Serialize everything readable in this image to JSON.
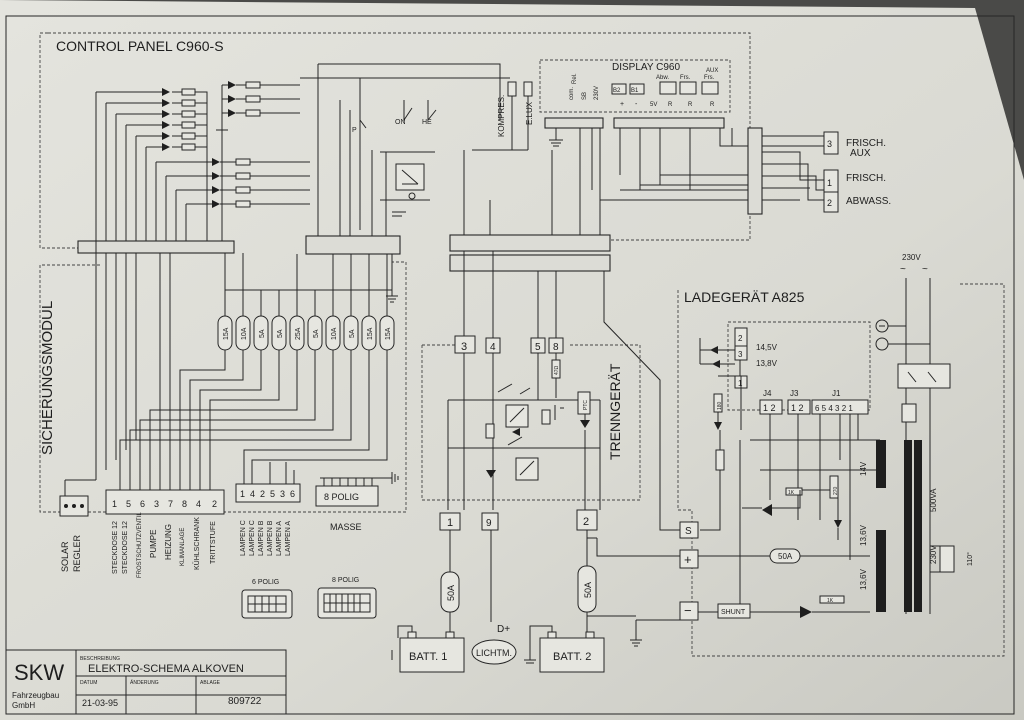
{
  "titles": {
    "control_panel": "CONTROL PANEL C960-S",
    "display": "DISPLAY C960",
    "sicherungsmodul": "SICHERUNGSMODUL",
    "trenngeraet": "TRENNGERÄT",
    "ladegeraet": "LADEGERÄT A825"
  },
  "display_labels": [
    "com.",
    "Rel.",
    "SB",
    "230V",
    "Abw.",
    "Frs.",
    "AUX",
    "Frs.",
    "+",
    "-",
    "5V",
    "B2",
    "B1",
    "R",
    "R",
    "R"
  ],
  "panel_labels": {
    "kompres": "KOMPRES.",
    "elux": "E.LUX",
    "on": "ON",
    "he": "HE",
    "p": "P"
  },
  "tank_labels": {
    "frisch_aux_1": "FRISCH.",
    "frisch_aux_2": "AUX",
    "frisch": "FRISCH.",
    "abwass": "ABWASS.",
    "pin3": "3",
    "pin1": "1",
    "pin2": "2"
  },
  "fuses": [
    "15A",
    "10A",
    "5A",
    "5A",
    "25A",
    "5A",
    "10A",
    "5A",
    "15A",
    "15A"
  ],
  "bottom_labels": {
    "solar_1": "SOLAR",
    "solar_2": "REGLER",
    "group1_pins": [
      "1",
      "5",
      "6",
      "3",
      "7",
      "8",
      "4",
      "2"
    ],
    "group1": [
      "STECKDOSE 12",
      "STECKDOSE 12",
      "FROSTSCHUTZVENTIL",
      "PUMPE",
      "HEIZUNG",
      "KLIMANLAGE",
      "KÜHLSCHRANK",
      "TRITTSTUFE"
    ],
    "group2_pins": [
      "1",
      "4",
      "2",
      "5",
      "3",
      "6"
    ],
    "group2": [
      "LAMPEN C",
      "LAMPEN C",
      "LAMPEN B",
      "LAMPEN B",
      "LAMPEN A",
      "LAMPEN A"
    ],
    "polig8": "8 POLIG",
    "masse": "MASSE",
    "polig6_caption": "6 POLIG",
    "polig8_caption": "8 POLIG"
  },
  "terminals": {
    "t3": "3",
    "t4": "4",
    "t5": "5",
    "t8": "8",
    "t1": "1",
    "t9": "9",
    "t2": "2",
    "s": "S",
    "plus": "+",
    "minus": "−"
  },
  "trenn_parts": {
    "ptc": "PTC",
    "r1": "47Ω"
  },
  "battery": {
    "batt1": "BATT. 1",
    "batt2": "BATT. 2",
    "lichtm": "LICHTM.",
    "dplus": "D+",
    "fuse_50a_1": "50A",
    "fuse_50a_2": "50A"
  },
  "lader": {
    "v145": "14,5V",
    "v138": "13,8V",
    "j4": "J4",
    "j3": "J3",
    "j1": "J1",
    "j4_pins": "1 2",
    "j3_pins": "1 2",
    "j1_pins": "6 5 4 3 2 1",
    "fuse": "50A",
    "shunt": "SHUNT",
    "v14": "14V",
    "v136a": "13,6V",
    "v136b": "13,6V",
    "va": "500VA",
    "v230": "230V",
    "v110": "110°",
    "mains": "230V",
    "p1": "1",
    "p2": "2",
    "p3": "3",
    "r1": "180",
    "r2": "1K",
    "r3": "270",
    "r4": "1K"
  },
  "titleblock": {
    "company": "SKW",
    "company_sub1": "Fahrzeugbau",
    "company_sub2": "GmbH",
    "beschreibung_label": "BESCHREIBUNG",
    "description": "ELEKTRO-SCHEMA ALKOVEN",
    "datum_label": "DATUM",
    "date": "21-03-95",
    "aenderung_label": "ÄNDERUNG",
    "ablage_label": "ABLAGE",
    "number": "809722"
  }
}
